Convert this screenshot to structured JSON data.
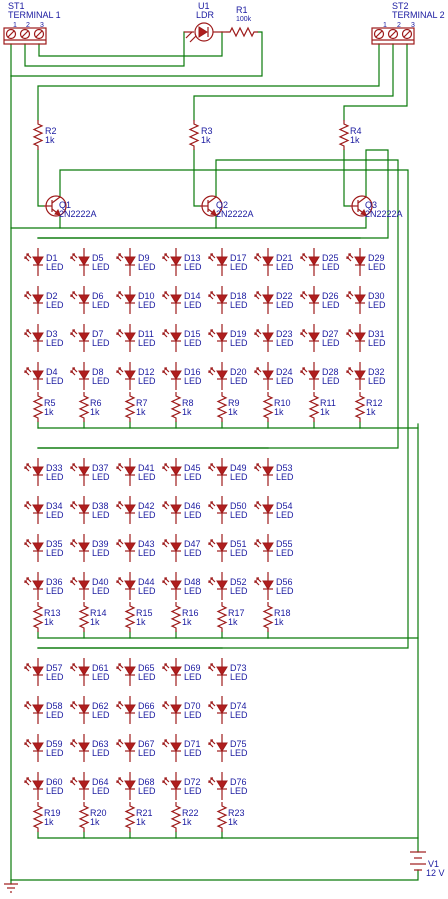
{
  "terminals": {
    "st1": {
      "ref": "ST1",
      "name": "TERMINAL 1",
      "pins": [
        "1",
        "2",
        "3"
      ]
    },
    "st2": {
      "ref": "ST2",
      "name": "TERMINAL 2",
      "pins": [
        "1",
        "2",
        "3"
      ]
    }
  },
  "ldr": {
    "ref": "U1",
    "value": "LDR"
  },
  "r1": {
    "ref": "R1",
    "value": "100k"
  },
  "transistors": [
    {
      "ref": "Q1",
      "value": "2N2222A"
    },
    {
      "ref": "Q2",
      "value": "2N2222A"
    },
    {
      "ref": "Q3",
      "value": "2N2222A"
    }
  ],
  "base_resistors": [
    {
      "ref": "R2",
      "value": "1k"
    },
    {
      "ref": "R3",
      "value": "1k"
    },
    {
      "ref": "R4",
      "value": "1k"
    }
  ],
  "led_value": "LED",
  "resistor_value": "1k",
  "battery": {
    "ref": "V1",
    "value": "12 V"
  },
  "blocks": [
    {
      "columns": 8,
      "first_led": 1,
      "first_resistor": 5
    },
    {
      "columns": 6,
      "first_led": 33,
      "first_resistor": 13
    },
    {
      "columns": 5,
      "first_led": 57,
      "first_resistor": 19
    }
  ]
}
